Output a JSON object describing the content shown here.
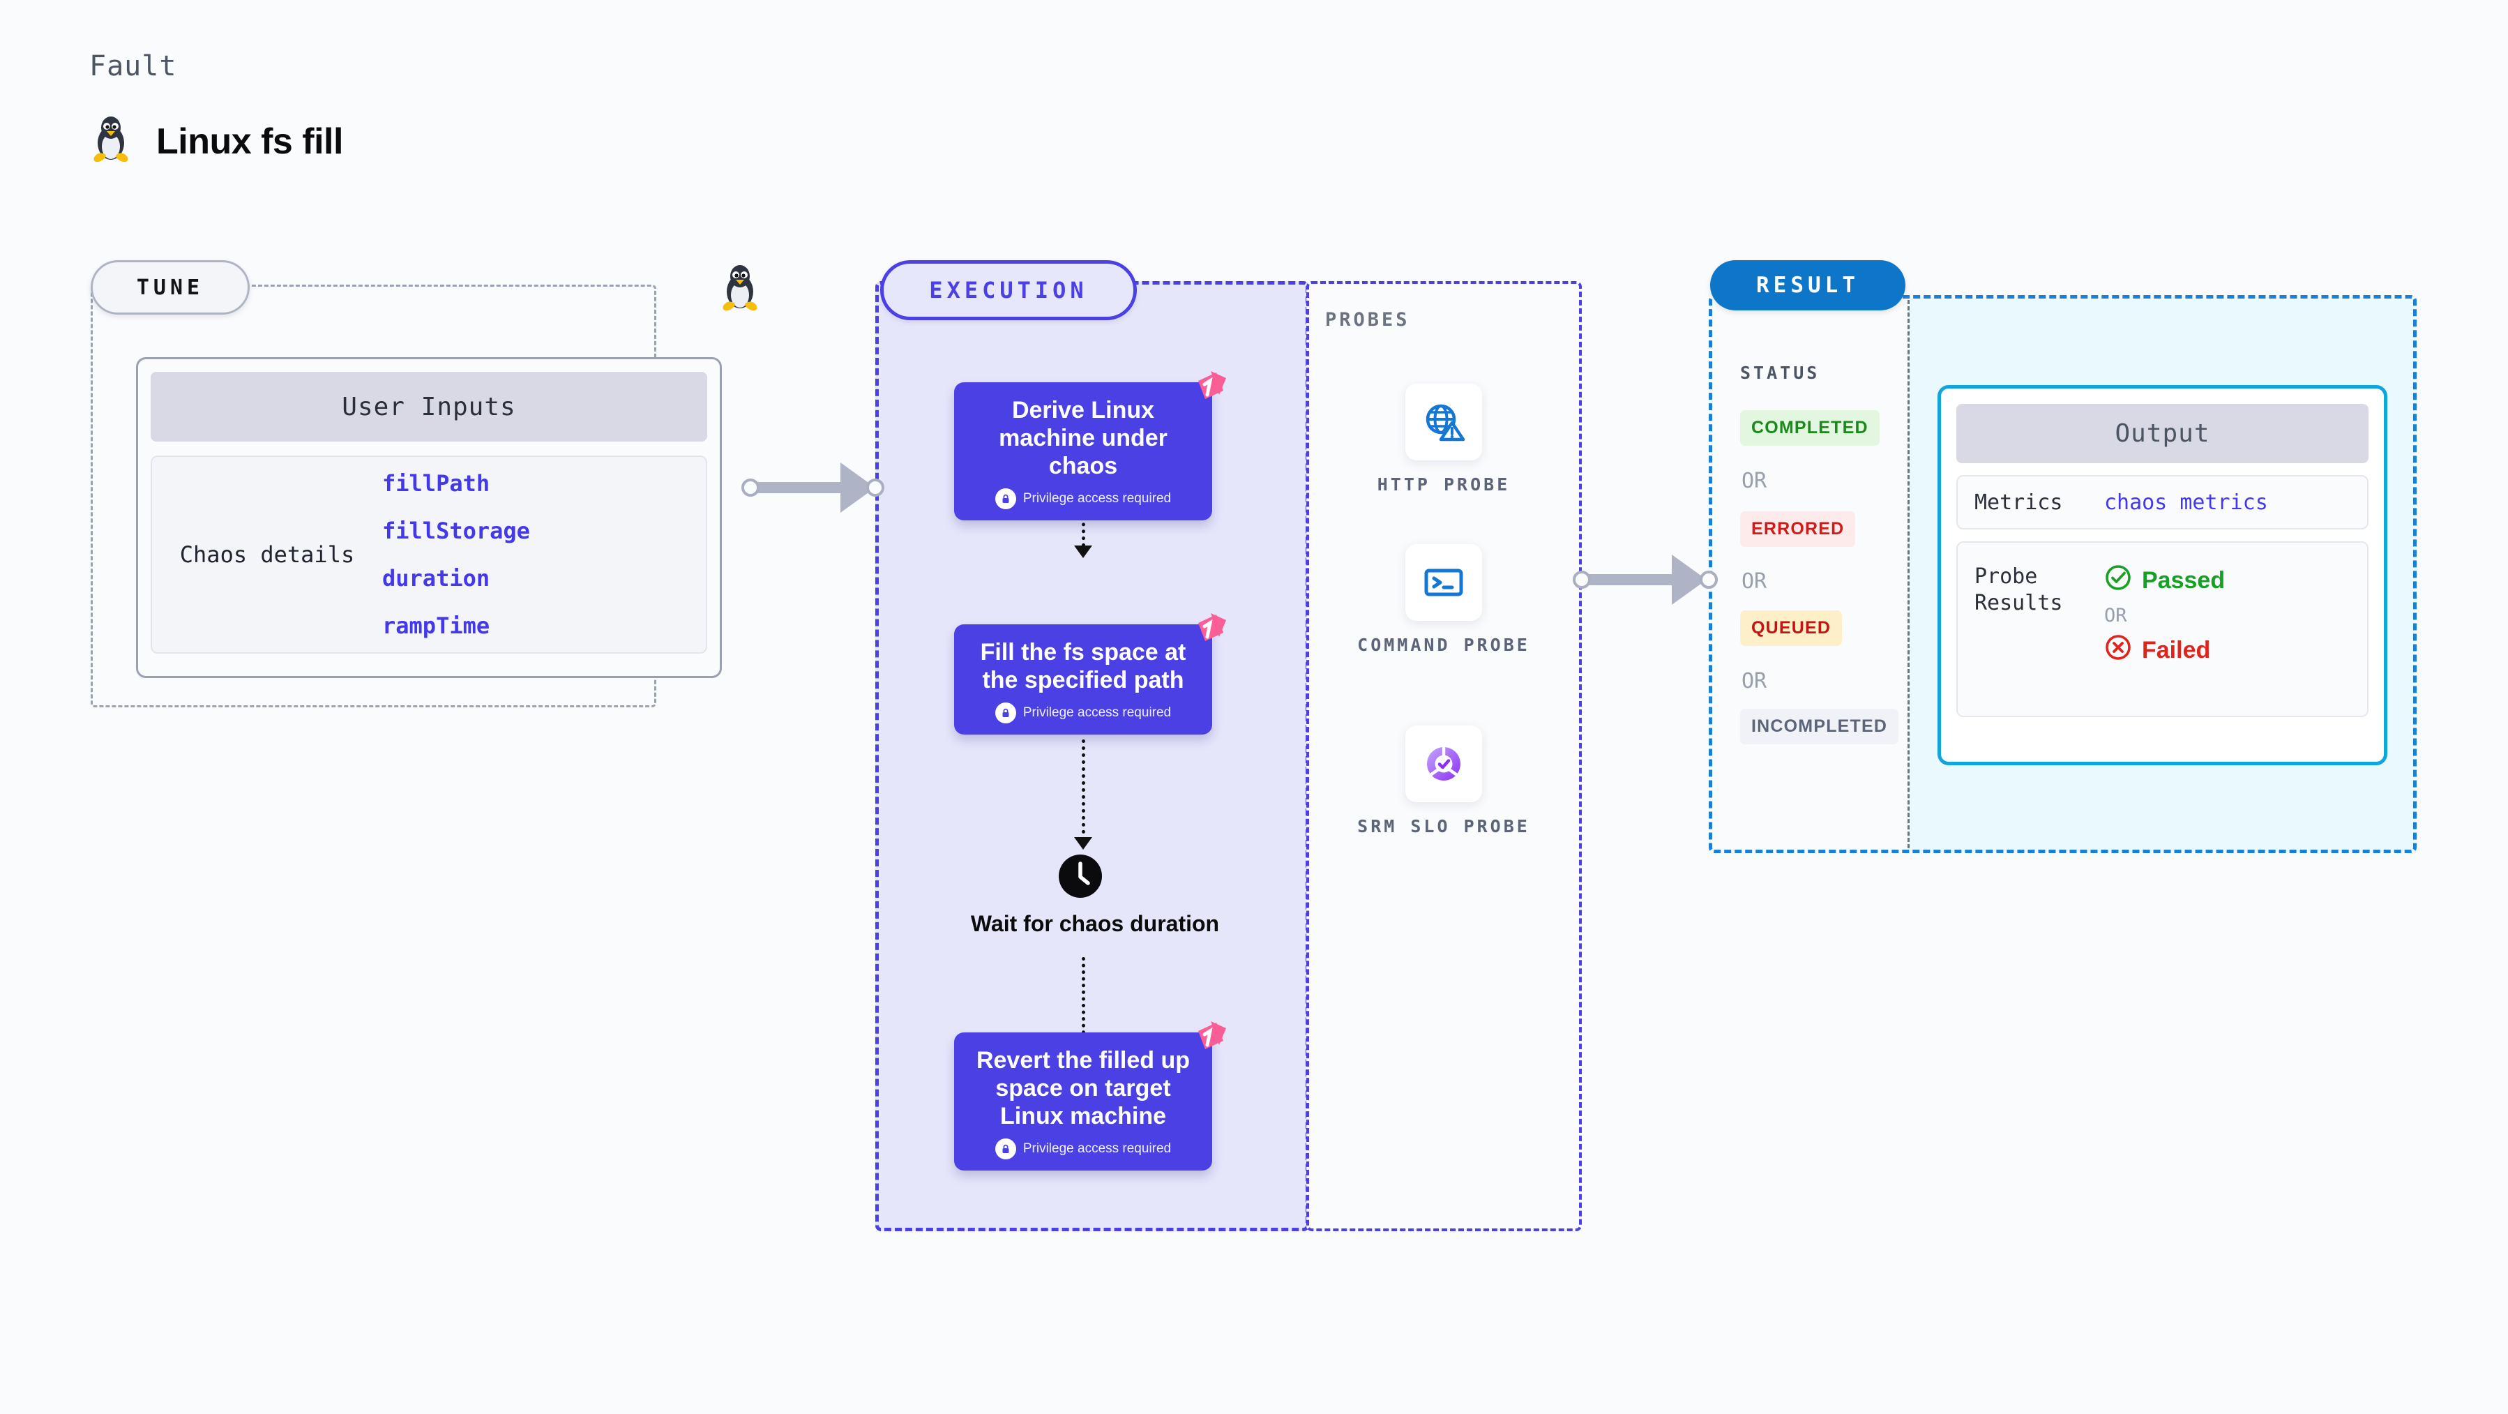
{
  "header": {
    "kicker": "Fault",
    "title": "Linux fs fill",
    "icon": "linux-penguin-icon"
  },
  "tune": {
    "pill_label": "TUNE",
    "card_title": "User Inputs",
    "section_label": "Chaos details",
    "params": [
      "fillPath",
      "fillStorage",
      "duration",
      "rampTime"
    ],
    "edge_icon": "linux-penguin-icon"
  },
  "execution": {
    "pill_label": "EXECUTION",
    "privilege_note": "Privilege access required",
    "steps": [
      {
        "label": "Derive Linux machine under chaos",
        "privileged": true,
        "kind": "card"
      },
      {
        "label": "Fill the fs space at the specified path",
        "privileged": true,
        "kind": "card"
      },
      {
        "label": "Wait for chaos duration",
        "privileged": false,
        "kind": "wait",
        "icon": "clock-icon"
      },
      {
        "label": "Revert the filled up space on target Linux machine",
        "privileged": true,
        "kind": "card"
      }
    ]
  },
  "probes": {
    "title": "PROBES",
    "items": [
      {
        "name": "HTTP PROBE",
        "icon": "globe-warning-icon"
      },
      {
        "name": "COMMAND PROBE",
        "icon": "terminal-icon"
      },
      {
        "name": "SRM SLO PROBE",
        "icon": "slo-donut-check-icon"
      }
    ]
  },
  "result": {
    "pill_label": "RESULT",
    "status_label": "STATUS",
    "or_label": "OR",
    "statuses": [
      {
        "label": "COMPLETED",
        "text_color": "#1a8a1a",
        "bg_color": "#e2f6e0"
      },
      {
        "label": "ERRORED",
        "text_color": "#d41a16",
        "bg_color": "#fdebeb"
      },
      {
        "label": "QUEUED",
        "text_color": "#c41313",
        "bg_color": "#fdf0c9"
      },
      {
        "label": "INCOMPLETED",
        "text_color": "#5b6478",
        "bg_color": "#f1f2f7"
      }
    ],
    "output": {
      "title": "Output",
      "metrics_key": "Metrics",
      "metrics_value": "chaos metrics",
      "probe_key": "Probe Results",
      "passed_label": "Passed",
      "or_label": "OR",
      "failed_label": "Failed"
    }
  },
  "colors": {
    "execution_accent": "#4b40e4",
    "execution_bg": "#e6e6fb",
    "result_accent": "#1c7fd6",
    "output_accent": "#10a6dd",
    "flag_pink": "#fb5e96",
    "param_blue": "#4338ea"
  }
}
